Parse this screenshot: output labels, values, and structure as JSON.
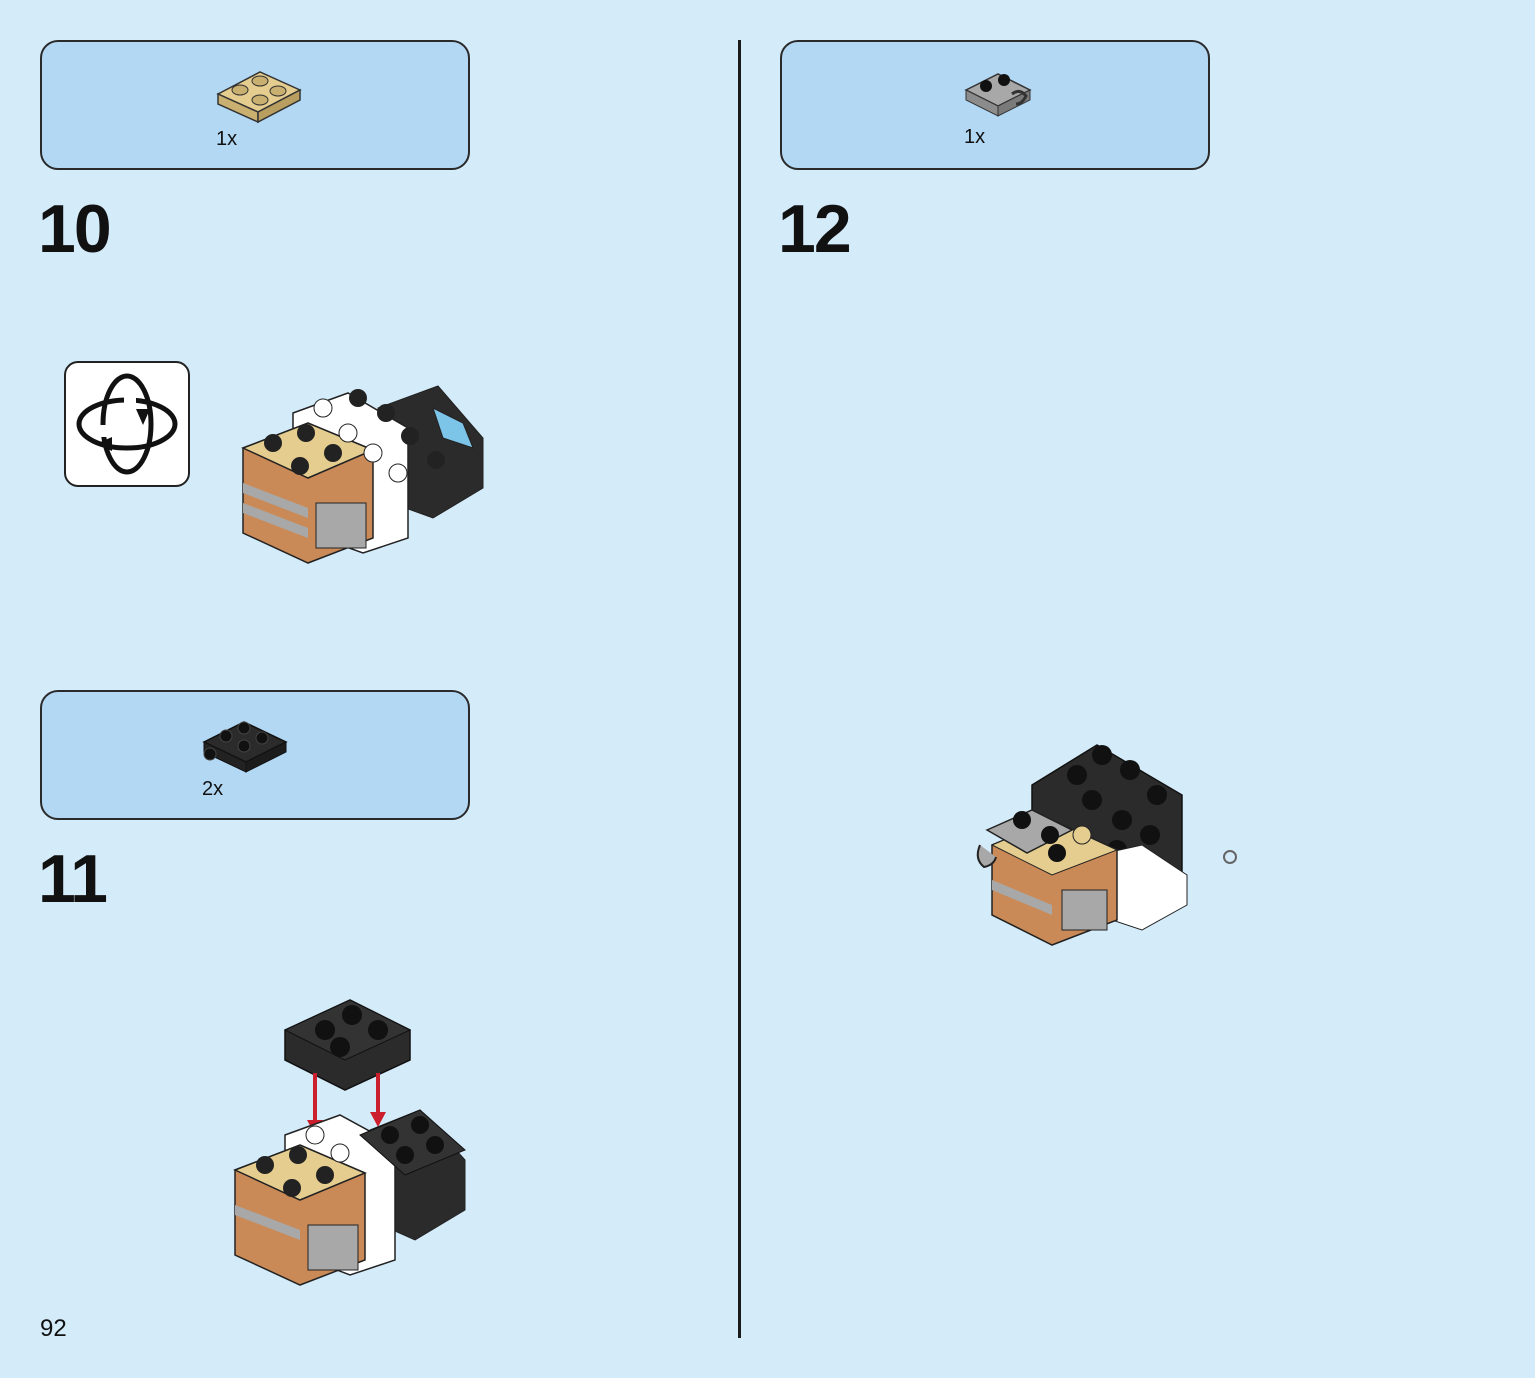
{
  "page": {
    "number": "92"
  },
  "steps": [
    {
      "number": "10",
      "parts": [
        {
          "qty": "1x",
          "icon": "tan-plate-2x2-icon"
        }
      ],
      "note_icon": "rotate-model-icon"
    },
    {
      "number": "11",
      "parts": [
        {
          "qty": "2x",
          "icon": "black-plate-2x2-studs-icon"
        }
      ]
    },
    {
      "number": "12",
      "parts": [
        {
          "qty": "1x",
          "icon": "gray-plate-clip-icon"
        }
      ]
    }
  ],
  "colors": {
    "background": "#d4ebfa",
    "parts_box": "#b3d8f4",
    "tan": "#e4cd8f",
    "black_brick": "#2b2b2b",
    "white_brick": "#ffffff",
    "gray_brick": "#a8a8a8",
    "orange_brown": "#c98a57",
    "trans_blue": "#7cc4e8",
    "arrow_red": "#cc1f2d"
  }
}
